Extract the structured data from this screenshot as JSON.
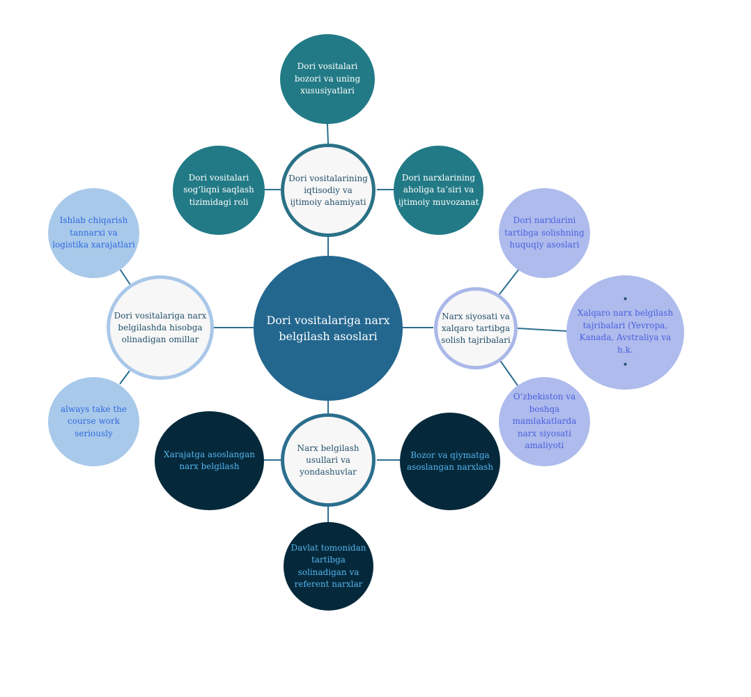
{
  "center": {
    "label": "Dori vositalariga narx belgilash asoslari"
  },
  "hubs": {
    "top": "Dori vositalarining iqtisodiy va ijtimoiy ahamiyati",
    "left": "Dori vositalariga narx belgilashda hisobga olinadigan omillar",
    "right": "Narx siyosati va xalqaro tartibga solish tajribalari",
    "bottom": "Narx belgilash usullari va yondashuvlar"
  },
  "satellites": {
    "top_up": "Dori vositalari bozori va uning xususiyatlari",
    "top_left": "Dori vositalari sog‘liqni saqlash tizimidagi roli",
    "top_right": "Dori narxlarining aholiga ta’siri va ijtimoiy muvozanat",
    "left_up": "Ishlab chiqarish tannarxi va logistika xarajatlari",
    "left_down": "always take the course work seriously",
    "right_up": "Dori narxlarini tartibga solishning huquqiy asoslari",
    "right_mid": "Xalqaro narx belgilash tajribalari (Yevropa, Kanada, Avstraliya va h.k.",
    "right_mid_bullet": "•",
    "right_down": "O‘zbekiston va boshqa mamlakatlarda narx siyosati amaliyoti",
    "bottom_left": "Xarajatga asoslangan narx belgilash",
    "bottom_right": "Bozor va qiymatga asoslangan narxlash",
    "bottom_down": "Davlat tomonidan tartibga solinadigan va referent narxlar"
  },
  "colors": {
    "center": "#23678f",
    "teal": "#227a86",
    "light_blue": "#a9c9ea",
    "lavender": "#aebbec",
    "dark_navy": "#05293a",
    "line": "#2b6e8e"
  }
}
